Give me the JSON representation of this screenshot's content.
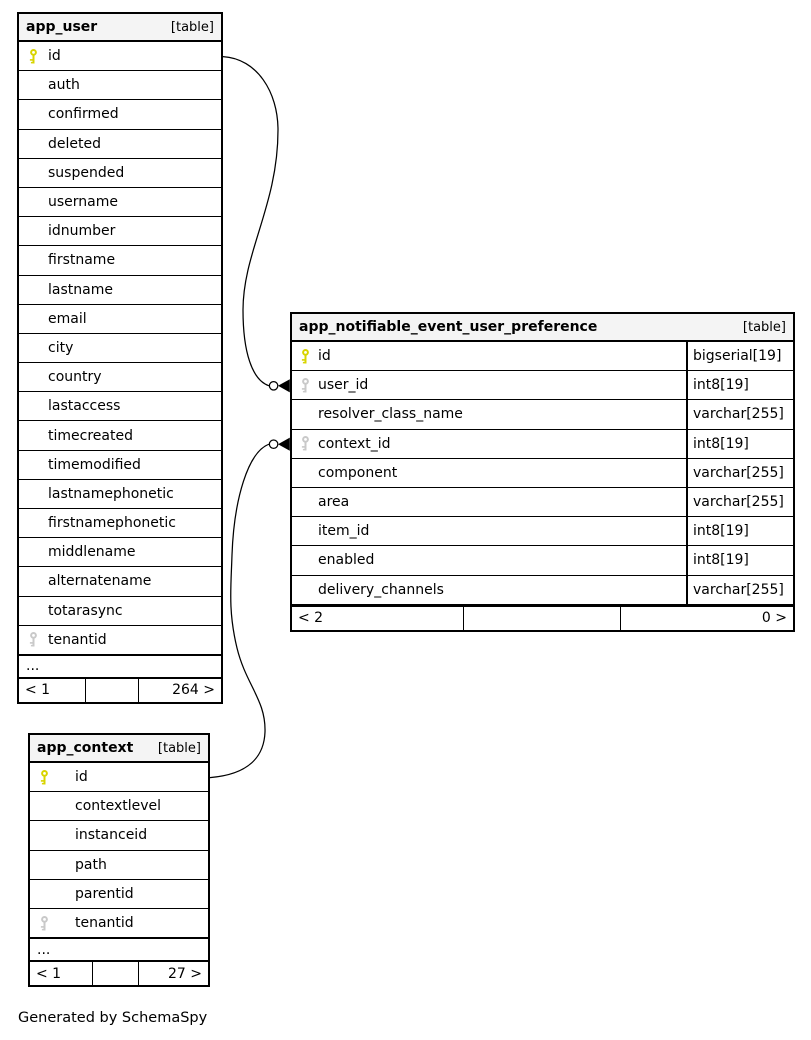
{
  "diagram": {
    "generator_note": "Generated by SchemaSpy",
    "colors": {
      "primary_key": "#d8d400",
      "foreign_key": "#c9c9c9",
      "header_bg": "#f4f4f4",
      "border": "#000000",
      "line": "#000000",
      "row_bg": "#ffffff"
    },
    "tables": [
      {
        "name": "app_user",
        "badge": "[table]",
        "columns": [
          {
            "name": "id",
            "key": "primary"
          },
          {
            "name": "auth"
          },
          {
            "name": "confirmed"
          },
          {
            "name": "deleted"
          },
          {
            "name": "suspended"
          },
          {
            "name": "username"
          },
          {
            "name": "idnumber"
          },
          {
            "name": "firstname"
          },
          {
            "name": "lastname"
          },
          {
            "name": "email"
          },
          {
            "name": "city"
          },
          {
            "name": "country"
          },
          {
            "name": "lastaccess"
          },
          {
            "name": "timecreated"
          },
          {
            "name": "timemodified"
          },
          {
            "name": "lastnamephonetic"
          },
          {
            "name": "firstnamephonetic"
          },
          {
            "name": "middlename"
          },
          {
            "name": "alternatename"
          },
          {
            "name": "totarasync"
          },
          {
            "name": "tenantid",
            "key": "foreign"
          }
        ],
        "ellipsis": "...",
        "footer": {
          "left": "< 1",
          "middle": "",
          "right": "264 >"
        }
      },
      {
        "name": "app_notifiable_event_user_preference",
        "badge": "[table]",
        "columns": [
          {
            "name": "id",
            "key": "primary",
            "type": "bigserial[19]"
          },
          {
            "name": "user_id",
            "key": "foreign",
            "type": "int8[19]"
          },
          {
            "name": "resolver_class_name",
            "type": "varchar[255]"
          },
          {
            "name": "context_id",
            "key": "foreign",
            "type": "int8[19]"
          },
          {
            "name": "component",
            "type": "varchar[255]"
          },
          {
            "name": "area",
            "type": "varchar[255]"
          },
          {
            "name": "item_id",
            "type": "int8[19]"
          },
          {
            "name": "enabled",
            "type": "int8[19]"
          },
          {
            "name": "delivery_channels",
            "type": "varchar[255]"
          }
        ],
        "footer": {
          "left": "< 2",
          "middle": "",
          "right": "0 >"
        }
      },
      {
        "name": "app_context",
        "badge": "[table]",
        "columns": [
          {
            "name": "id",
            "key": "primary"
          },
          {
            "name": "contextlevel"
          },
          {
            "name": "instanceid"
          },
          {
            "name": "path"
          },
          {
            "name": "parentid"
          },
          {
            "name": "tenantid",
            "key": "foreign"
          }
        ],
        "ellipsis": "...",
        "footer": {
          "left": "< 1",
          "middle": "",
          "right": "27 >"
        }
      }
    ],
    "relationships": [
      {
        "from_table": "app_user",
        "from_column": "id",
        "to_table": "app_notifiable_event_user_preference",
        "to_column": "user_id"
      },
      {
        "from_table": "app_context",
        "from_column": "id",
        "to_table": "app_notifiable_event_user_preference",
        "to_column": "context_id"
      }
    ]
  }
}
